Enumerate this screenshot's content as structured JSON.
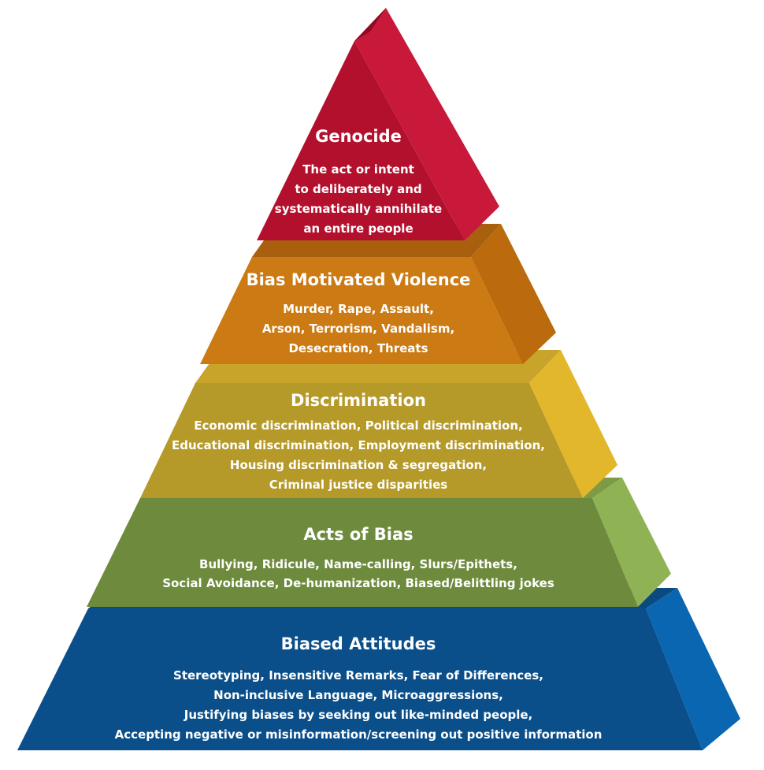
{
  "tiers": [
    {
      "title": "Genocide",
      "lines": [
        "The act or intent",
        "to deliberately and",
        "systematically annihilate",
        "an entire people"
      ],
      "colors": {
        "front": "#b3102d",
        "side": "#c8193a",
        "top": "#8e0b22"
      }
    },
    {
      "title": "Bias Motivated Violence",
      "lines": [
        "Murder, Rape, Assault,",
        "Arson, Terrorism, Vandalism,",
        "Desecration, Threats"
      ],
      "colors": {
        "front": "#cc7a13",
        "side": "#bb6a0d",
        "top": "#a85f0e"
      }
    },
    {
      "title": "Discrimination",
      "lines": [
        "Economic discrimination, Political discrimination,",
        "Educational discrimination, Employment discrimination,",
        "Housing discrimination & segregation,",
        "Criminal justice disparities"
      ],
      "colors": {
        "front": "#b59a2a",
        "side": "#e2b72c",
        "top": "#c9a42a"
      }
    },
    {
      "title": "Acts of Bias",
      "lines": [
        "Bullying, Ridicule, Name-calling, Slurs/Epithets,",
        "Social Avoidance, De-humanization, Biased/Belittling jokes"
      ],
      "colors": {
        "front": "#6e8b3d",
        "side": "#8fb354",
        "top": "#7d9a45"
      }
    },
    {
      "title": "Biased Attitudes",
      "lines": [
        "Stereotyping, Insensitive Remarks, Fear of Differences,",
        "Non-inclusive Language, Microaggressions,",
        "Justifying biases by seeking out like-minded people,",
        "Accepting negative or misinformation/screening out positive information"
      ],
      "colors": {
        "front": "#0b4f8a",
        "side": "#0a66b0",
        "top": "#0a4a80"
      }
    }
  ]
}
